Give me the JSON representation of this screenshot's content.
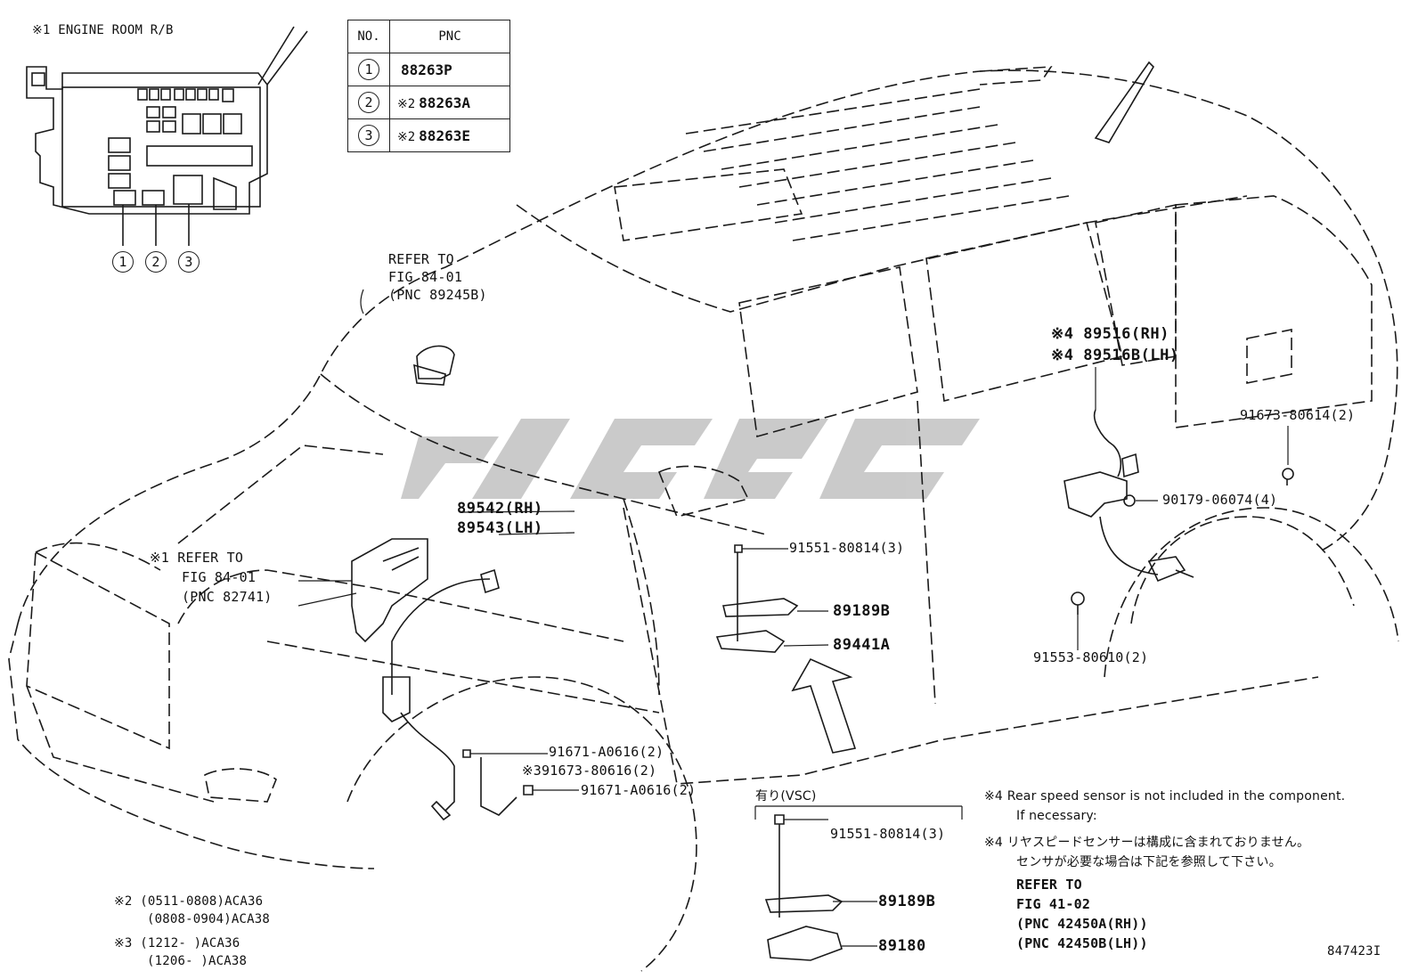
{
  "relay_box": {
    "title": "※1 ENGINE ROOM R/B",
    "callouts": [
      "1",
      "2",
      "3"
    ]
  },
  "pnc_table": {
    "header_no": "NO.",
    "header_pnc": "PNC",
    "rows": [
      {
        "no": "1",
        "mark": "",
        "pnc": "88263P"
      },
      {
        "no": "2",
        "mark": "※2",
        "pnc": "88263A"
      },
      {
        "no": "3",
        "mark": "※2",
        "pnc": "88263E"
      }
    ]
  },
  "labels": {
    "refer_top_1": "REFER TO",
    "refer_top_2": "FIG 84-01",
    "refer_top_3": "(PNC 89245B)",
    "refer_left_1": "※1 REFER TO",
    "refer_left_2": "FIG 84-01",
    "refer_left_3": "(PNC 82741)",
    "p89542": "89542(RH)",
    "p89543": "89543(LH)",
    "p91551a": "91551-80814(3)",
    "p89189b": "89189B",
    "p89441a": "89441A",
    "p89516": "※4 89516(RH)",
    "p89516b": "※4 89516B(LH)",
    "p91673r": "91673-80614(2)",
    "p90179": "90179-06074(4)",
    "p91553": "91553-80610(2)",
    "p91671a": "91671-A0616(2)",
    "p91673f": "※391673-80616(2)",
    "p91671b": "91671-A0616(2)"
  },
  "vsc_box": {
    "title": "有り(VSC)",
    "p91551": "91551-80814(3)",
    "p89189b": "89189B",
    "p89180": "89180"
  },
  "notes": {
    "en_1": "※4 Rear speed sensor is not included in the component.",
    "en_2": "If necessary:",
    "jp_1": "※4 リヤスピードセンサーは構成に含まれておりません。",
    "jp_2": "センサが必要な場合は下記を参照して下さい。",
    "ref_1": "REFER TO",
    "ref_2": "FIG 41-02",
    "ref_3": "(PNC 42450A(RH))",
    "ref_4": "(PNC 42450B(LH))"
  },
  "footnotes": {
    "f2a": "※2 (0511-0808)ACA36",
    "f2b": "(0808-0904)ACA38",
    "f3a": "※3 (1212-       )ACA36",
    "f3b": "(1206-       )ACA38"
  },
  "figure_number": "847423I",
  "watermark": "Logo watermark (grey italic letterforms)"
}
